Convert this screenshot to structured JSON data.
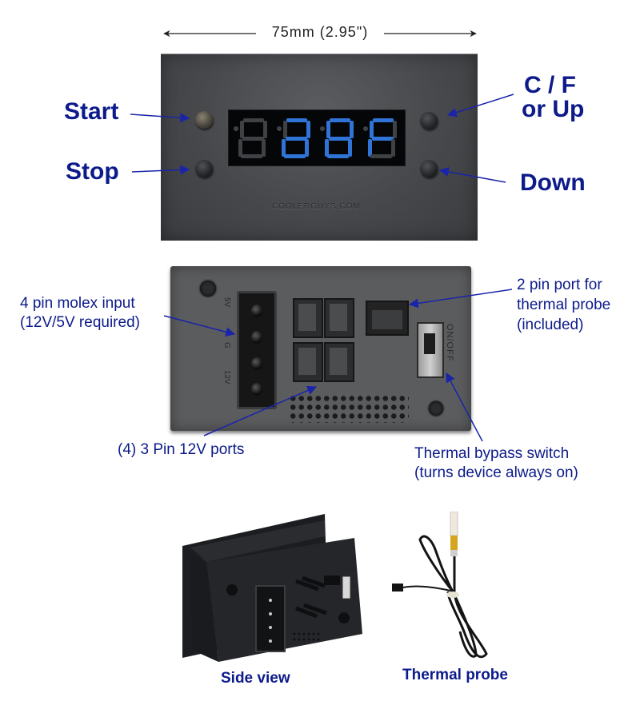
{
  "dimension": {
    "label": "75mm (2.95\")"
  },
  "front_panel": {
    "display_digits": [
      "8",
      "8",
      "8",
      "8"
    ],
    "display_color": "#2f74d6",
    "brand_text": "COOLERGUYS.COM",
    "labels": {
      "start": "Start",
      "stop": "Stop",
      "cf_line1": "C / F",
      "cf_line2": "or Up",
      "down": "Down"
    }
  },
  "back_panel": {
    "molex_pin_labels": [
      "5V",
      "G",
      "12V"
    ],
    "switch_label": "ON/OFF",
    "labels": {
      "molex_line1": "4 pin molex input",
      "molex_line2": "(12V/5V required)",
      "probe_port_line1": "2 pin port for",
      "probe_port_line2": "thermal probe",
      "probe_port_line3": "(included)",
      "fan_ports": "(4) 3 Pin 12V ports",
      "bypass_line1": "Thermal bypass switch",
      "bypass_line2": "(turns device always on)"
    }
  },
  "bottom": {
    "side_view_caption": "Side view",
    "probe_caption": "Thermal probe"
  },
  "colors": {
    "label_blue": "#0c1a8a",
    "arrow_blue": "#1a24a8"
  }
}
